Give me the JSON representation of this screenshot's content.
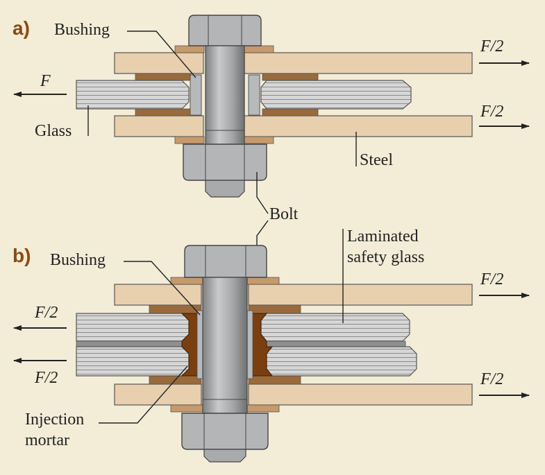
{
  "colors": {
    "background": "#f3ecd7",
    "steel": "#e8cfae",
    "washer": "#c79a6b",
    "bushing": "#9a5a1a",
    "glass": "#cfcfcf",
    "bolt": "#a9aaac",
    "mortar": "#7a3f10"
  },
  "part_a": {
    "tag": "a)",
    "labels": {
      "bushing": "Bushing",
      "glass": "Glass",
      "steel": "Steel",
      "force_in": "F",
      "force_top": "F/2",
      "force_bottom": "F/2"
    }
  },
  "bolt_label": "Bolt",
  "part_b": {
    "tag": "b)",
    "labels": {
      "bushing": "Bushing",
      "laminated_line1": "Laminated",
      "laminated_line2": "safety glass",
      "force_in_top": "F/2",
      "force_in_bottom": "F/2",
      "force_out_top": "F/2",
      "force_out_bottom": "F/2",
      "mortar_line1": "Injection",
      "mortar_line2": "mortar"
    }
  }
}
